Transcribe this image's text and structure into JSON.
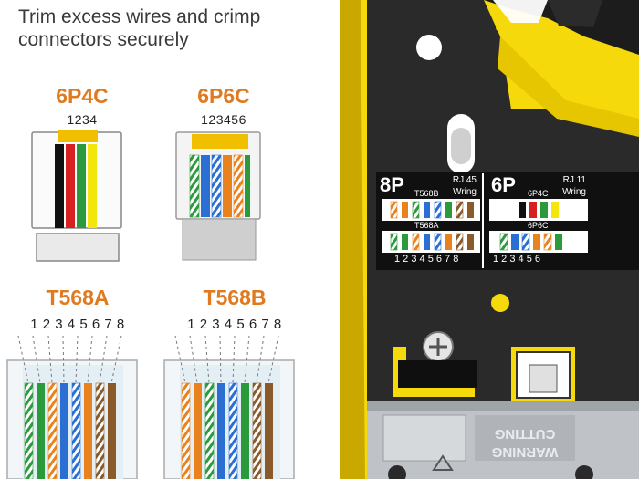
{
  "heading": {
    "line1": "Trim excess wires and crimp",
    "line2": "connectors securely"
  },
  "connectors": {
    "c6p4c": {
      "title": "6P4C",
      "pins": "1234"
    },
    "c6p6c": {
      "title": "6P6C",
      "pins": "123456"
    },
    "t568a": {
      "title": "T568A",
      "pins": "1 2 3 4 5 6 7 8"
    },
    "t568b": {
      "title": "T568B",
      "pins": "1 2 3 4 5 6 7 8"
    }
  },
  "tool_label": {
    "left": {
      "big": "8P",
      "top_right": "RJ 45",
      "bottom_right": "Wring",
      "row1": "T568B",
      "row2": "T568A",
      "pins": "1 2 3 4 5 6 7 8"
    },
    "right": {
      "big": "6P",
      "top_right": "RJ 11",
      "bottom_right": "Wring",
      "row1": "6P4C",
      "row2": "6P6C",
      "pins": "1 2 3 4 5 6"
    }
  },
  "warning": {
    "line1": "WARNING",
    "line2": "CUTTING"
  },
  "colors": {
    "accent_orange": "#e07a1f",
    "tool_yellow": "#f5d90a",
    "tool_black": "#1a1a1a",
    "steel": "#bfc3c7"
  }
}
